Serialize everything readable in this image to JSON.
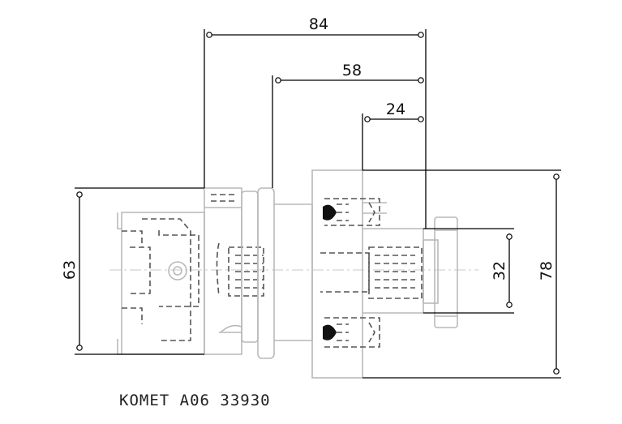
{
  "dimensions": {
    "overall_length": "84",
    "body_length": "58",
    "flange_length": "24",
    "shank_height": "63",
    "bore_height": "32",
    "flange_height": "78"
  },
  "caption": "KOMET A06 33930"
}
